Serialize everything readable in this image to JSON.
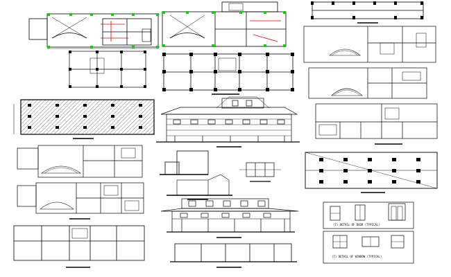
{
  "sheet": {
    "background": "#ffffff",
    "line_color": "#000000",
    "accent_red": "#d40000",
    "accent_green": "#19c819"
  },
  "captions": {
    "door_details": "(7) DETAIL OF DOOR (TYPICAL)",
    "window_details": "(7) DETAIL OF WINDOW (TYPICAL)"
  },
  "drawings": [
    {
      "kind": "ground-floor-plan"
    },
    {
      "kind": "first-floor-plan"
    },
    {
      "kind": "column-layout-small"
    },
    {
      "kind": "beam-plan-top-right"
    },
    {
      "kind": "furniture-layout-top-right"
    },
    {
      "kind": "column-grid-plan-center"
    },
    {
      "kind": "terrace-plan-right"
    },
    {
      "kind": "slab-reinforcement-plan"
    },
    {
      "kind": "front-elevation"
    },
    {
      "kind": "furniture-layout-right"
    },
    {
      "kind": "first-floor-layout-left"
    },
    {
      "kind": "section-detail"
    },
    {
      "kind": "stair-detail"
    },
    {
      "kind": "footing-plan-right"
    },
    {
      "kind": "ground-floor-layout-left"
    },
    {
      "kind": "side-elevation"
    },
    {
      "kind": "door-details"
    },
    {
      "kind": "bottom-plan-left"
    },
    {
      "kind": "bottom-elevation-strip"
    },
    {
      "kind": "window-details"
    }
  ]
}
